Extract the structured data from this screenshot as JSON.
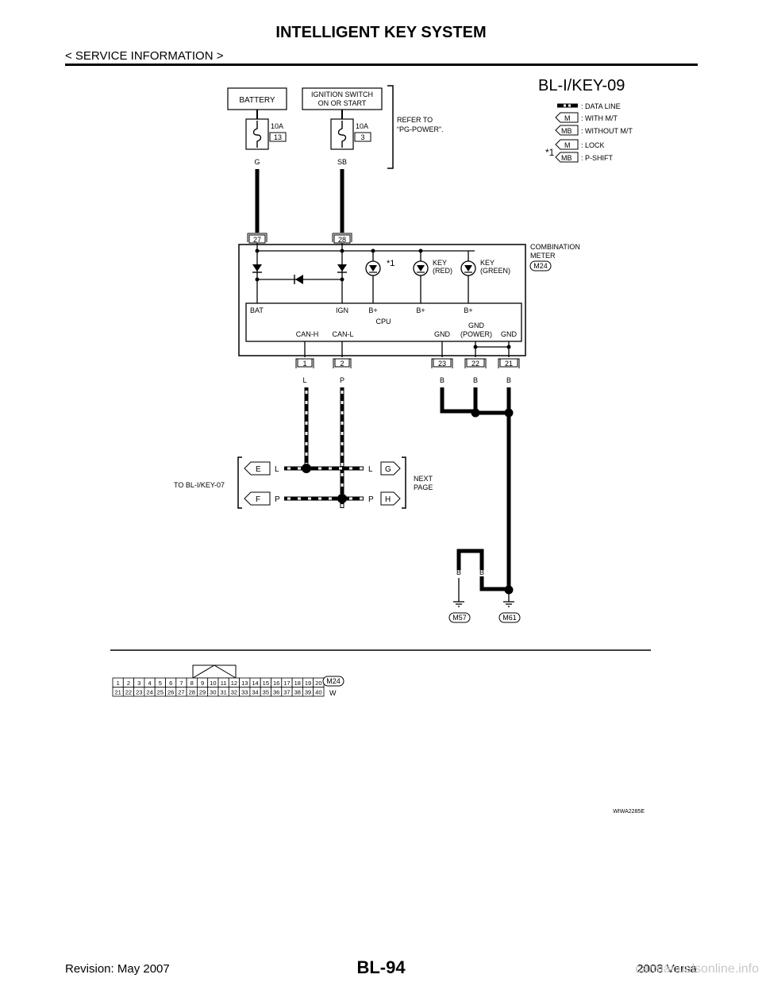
{
  "header": {
    "title": "INTELLIGENT KEY SYSTEM",
    "subtitle": "< SERVICE INFORMATION >"
  },
  "footer": {
    "revision": "Revision: May 2007",
    "page": "BL-94",
    "model": "2008 Versa",
    "watermark": "carmanualsonline.info"
  },
  "diagram": {
    "code": "BL-I/KEY-09",
    "figure_id": "WIWA2285E",
    "legend": {
      "data_line": ": DATA LINE",
      "m_label": "M",
      "mb_label": "MB",
      "with_mt": ": WITH M/T",
      "without_mt": ": WITHOUT M/T",
      "lock": ": LOCK",
      "p_shift": ": P-SHIFT",
      "star1": "*1"
    },
    "battery": "BATTERY",
    "ign_line1": "IGNITION SWITCH",
    "ign_line2": "ON OR START",
    "refer_line1": "REFER TO",
    "refer_line2": "“PG-POWER”.",
    "fuse1_amp": "10A",
    "fuse1_no": "13",
    "fuse2_amp": "10A",
    "fuse2_no": "3",
    "wire_g": "G",
    "wire_sb": "SB",
    "pin27": "27",
    "pin28": "28",
    "meter_line1": "COMBINATION",
    "meter_line2": "METER",
    "meter_conn": "M24",
    "star_note": "*1",
    "key_red1": "KEY",
    "key_red2": "(RED)",
    "key_green1": "KEY",
    "key_green2": "(GREEN)",
    "cpu": {
      "bat": "BAT",
      "ign": "IGN",
      "bplus": "B+",
      "cpu": "CPU",
      "can_h": "CAN-H",
      "can_l": "CAN-L",
      "gnd": "GND",
      "gnd_power1": "GND",
      "gnd_power2": "(POWER)"
    },
    "pins_bottom": [
      "1",
      "2",
      "23",
      "22",
      "21"
    ],
    "wires_bottom": [
      "L",
      "P",
      "B",
      "B",
      "B"
    ],
    "to_left": "TO BL-I/KEY-07",
    "next_line1": "NEXT",
    "next_line2": "PAGE",
    "conn_e": "E",
    "conn_f": "F",
    "conn_g": "G",
    "conn_h": "H",
    "wire_l": "L",
    "wire_p": "P",
    "ground_wires": [
      "B",
      "B",
      "B"
    ],
    "ground_m57": "M57",
    "ground_m61": "M61",
    "connector": {
      "row1": [
        "1",
        "2",
        "3",
        "4",
        "5",
        "6",
        "7",
        "8",
        "9",
        "10",
        "11",
        "12",
        "13",
        "14",
        "15",
        "16",
        "17",
        "18",
        "19",
        "20"
      ],
      "row2": [
        "21",
        "22",
        "23",
        "24",
        "25",
        "26",
        "27",
        "28",
        "29",
        "30",
        "31",
        "32",
        "33",
        "34",
        "35",
        "36",
        "37",
        "38",
        "39",
        "40"
      ],
      "id": "M24",
      "color": "W"
    }
  }
}
